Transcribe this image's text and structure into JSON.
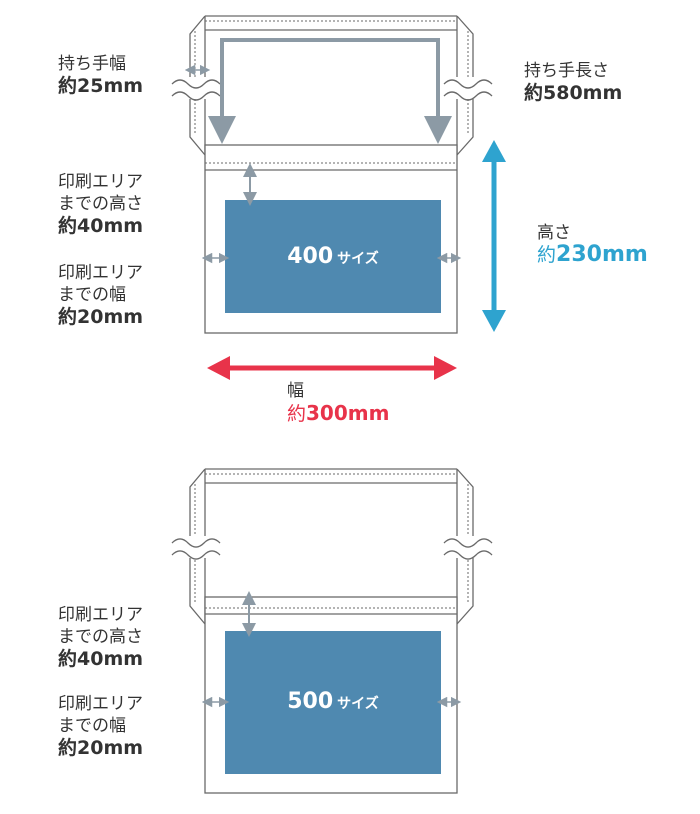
{
  "colors": {
    "print_area": "#4f89b0",
    "height_arrow": "#2ea3cf",
    "width_arrow": "#e8334a",
    "dimension_arrow": "#8c9aa5",
    "outline": "#6a6a6a"
  },
  "diagram_400": {
    "handle_width": {
      "label": "持ち手幅",
      "value_prefix": "約",
      "value": "25mm"
    },
    "handle_length": {
      "label": "持ち手長さ",
      "value_prefix": "約",
      "value": "580mm"
    },
    "print_top": {
      "line1": "印刷エリア",
      "line2": "までの高さ",
      "value_prefix": "約",
      "value": "40mm"
    },
    "print_side": {
      "line1": "印刷エリア",
      "line2": "までの幅",
      "value_prefix": "約",
      "value": "20mm"
    },
    "height": {
      "label": "高さ",
      "value_prefix": "約",
      "value": "230mm"
    },
    "width": {
      "label": "幅",
      "value_prefix": "約",
      "value": "300mm"
    },
    "size_label": {
      "number": "400",
      "suffix": "サイズ"
    }
  },
  "diagram_500": {
    "print_top": {
      "line1": "印刷エリア",
      "line2": "までの高さ",
      "value_prefix": "約",
      "value": "40mm"
    },
    "print_side": {
      "line1": "印刷エリア",
      "line2": "までの幅",
      "value_prefix": "約",
      "value": "20mm"
    },
    "size_label": {
      "number": "500",
      "suffix": "サイズ"
    }
  }
}
